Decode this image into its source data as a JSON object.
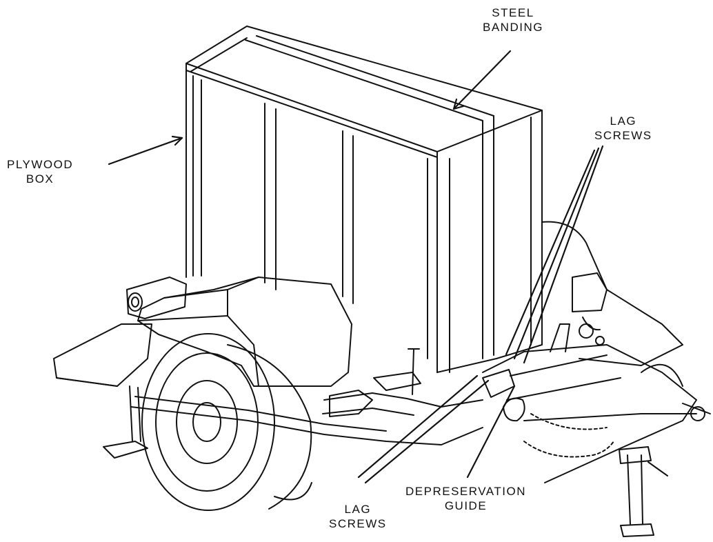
{
  "colors": {
    "ink": "#111111",
    "paper": "#ffffff"
  },
  "labels": {
    "steel_banding": [
      "STEEL",
      "BANDING"
    ],
    "plywood_box": [
      "PLYWOOD",
      "BOX"
    ],
    "lag_screws_upper": [
      "LAG",
      "SCREWS"
    ],
    "lag_screws_lower": [
      "LAG",
      "SCREWS"
    ],
    "depreservation_guide": [
      "DEPRESERVATION",
      "GUIDE"
    ]
  }
}
